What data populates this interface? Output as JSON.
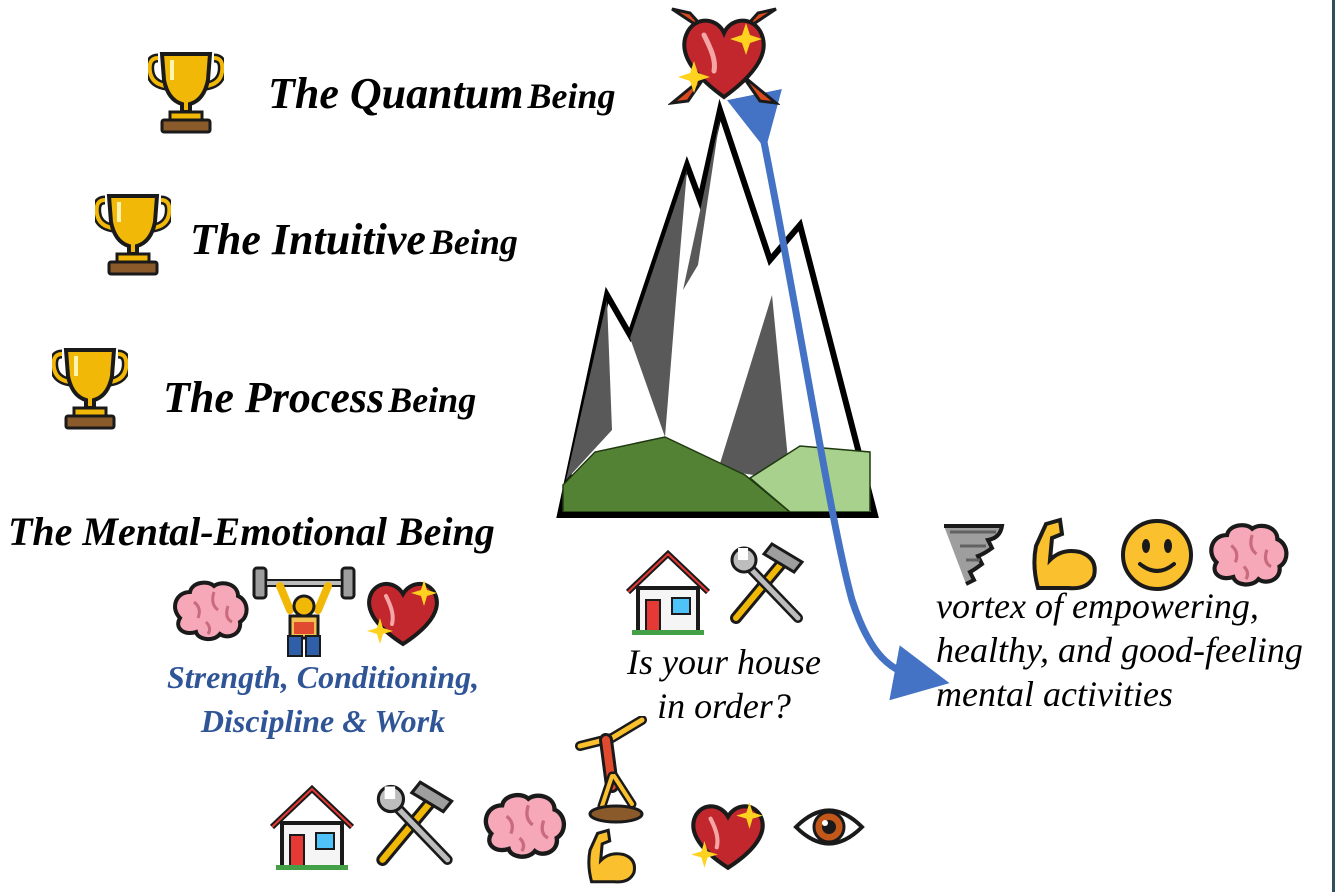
{
  "levels": {
    "quantum": {
      "main": "The Quantum",
      "suffix": "Being"
    },
    "intuitive": {
      "main": "The Intuitive",
      "suffix": "Being"
    },
    "process": {
      "main": "The Process",
      "suffix": "Being"
    },
    "mental_emotional": "The Mental-Emotional Being"
  },
  "strength_caption": [
    "Strength, Conditioning,",
    "Discipline & Work"
  ],
  "house_question": [
    "Is your house",
    "in order?"
  ],
  "vortex_caption": [
    "vortex of empowering,",
    "healthy, and good-feeling",
    "mental activities"
  ],
  "icons": {
    "trophy": "trophy-icon",
    "summit": "sparkling-heart-icon",
    "mental_row": [
      "brain-icon",
      "weightlifter-icon",
      "sparkling-heart-icon"
    ],
    "house_row": [
      "house-icon",
      "hammer-wrench-icon"
    ],
    "vortex_row": [
      "tornado-icon",
      "flexed-biceps-icon",
      "smiley-icon",
      "brain-icon"
    ],
    "bottom_row": [
      "house-icon",
      "hammer-wrench-icon",
      "brain-icon",
      "cartwheel-icon",
      "flexed-biceps-icon",
      "sparkling-heart-icon",
      "eye-icon"
    ]
  },
  "colors": {
    "caption_blue": "#2f5597",
    "arrow_blue": "#4472c4",
    "mountain_dark": "#595959",
    "hill_green": "#548235",
    "hill_light": "#a9d18e",
    "trophy_gold": "#f2b807"
  }
}
